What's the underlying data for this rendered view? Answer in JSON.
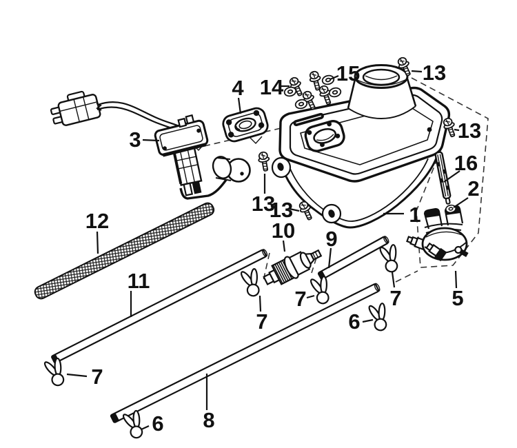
{
  "diagram": {
    "kind": "exploded-parts-diagram",
    "subject": "fuel-tank-assembly",
    "background": "#ffffff",
    "line_color": "#111111",
    "callouts": [
      {
        "part": "fuel-tank",
        "label": "1"
      },
      {
        "part": "washer-2",
        "label": "2"
      },
      {
        "part": "fuel-sender",
        "label": "3"
      },
      {
        "part": "gasket-plate",
        "label": "4"
      },
      {
        "part": "petcock",
        "label": "5"
      },
      {
        "part": "hose-clip-6-right",
        "label": "6"
      },
      {
        "part": "hose-clip-6-left",
        "label": "6"
      },
      {
        "part": "hose-clip-7-filter",
        "label": "7"
      },
      {
        "part": "hose-clip-7-mid",
        "label": "7"
      },
      {
        "part": "hose-clip-7-right",
        "label": "7"
      },
      {
        "part": "hose-clip-7-left",
        "label": "7"
      },
      {
        "part": "fuel-hose-8",
        "label": "8"
      },
      {
        "part": "fuel-hose-9",
        "label": "9"
      },
      {
        "part": "fuel-filter-10",
        "label": "10"
      },
      {
        "part": "fuel-hose-11",
        "label": "11"
      },
      {
        "part": "corrugated-sleeve-12",
        "label": "12"
      },
      {
        "part": "bolt-13-top",
        "label": "13"
      },
      {
        "part": "bolt-13-right",
        "label": "13"
      },
      {
        "part": "bolt-13-left-upper",
        "label": "13"
      },
      {
        "part": "bolt-13-left-lower",
        "label": "13"
      },
      {
        "part": "bolt-14",
        "label": "14"
      },
      {
        "part": "washer-15",
        "label": "15"
      },
      {
        "part": "strainer-16",
        "label": "16"
      }
    ]
  }
}
